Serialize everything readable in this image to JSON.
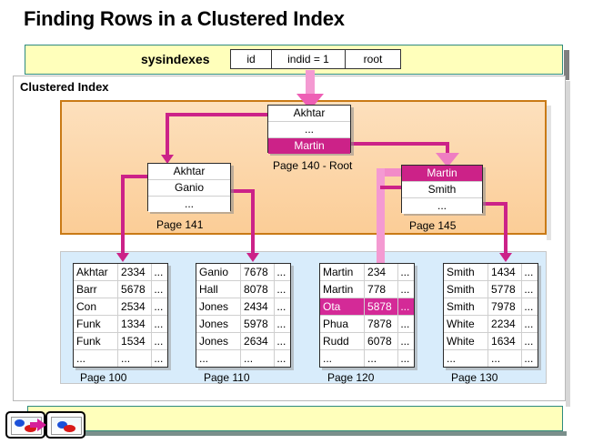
{
  "title": "Finding Rows in a Clustered Index",
  "sysindexes": {
    "label": "sysindexes",
    "cells": [
      "id",
      "indid = 1",
      "root"
    ]
  },
  "clustered_index": {
    "label": "Clustered Index"
  },
  "index_nodes": [
    {
      "id": "root",
      "page_label": "Page 140 - Root",
      "rows": [
        {
          "text": "Akhtar",
          "highlighted": false
        },
        {
          "text": "...",
          "highlighted": false
        },
        {
          "text": "Martin",
          "highlighted": true
        }
      ]
    },
    {
      "id": "141",
      "page_label": "Page 141",
      "rows": [
        {
          "text": "Akhtar",
          "highlighted": false
        },
        {
          "text": "Ganio",
          "highlighted": false
        },
        {
          "text": "...",
          "highlighted": false
        }
      ]
    },
    {
      "id": "145",
      "page_label": "Page 145",
      "rows": [
        {
          "text": "Martin",
          "highlighted": true
        },
        {
          "text": "Smith",
          "highlighted": false
        },
        {
          "text": "...",
          "highlighted": false
        }
      ]
    }
  ],
  "leaf_pages": [
    {
      "id": "100",
      "page_label": "Page 100",
      "rows": [
        {
          "name": "Akhtar",
          "value": "2334",
          "more": "...",
          "highlighted": false
        },
        {
          "name": "Barr",
          "value": "5678",
          "more": "...",
          "highlighted": false
        },
        {
          "name": "Con",
          "value": "2534",
          "more": "...",
          "highlighted": false
        },
        {
          "name": "Funk",
          "value": "1334",
          "more": "...",
          "highlighted": false
        },
        {
          "name": "Funk",
          "value": "1534",
          "more": "...",
          "highlighted": false
        },
        {
          "name": "...",
          "value": "...",
          "more": "...",
          "highlighted": false
        }
      ]
    },
    {
      "id": "110",
      "page_label": "Page 110",
      "rows": [
        {
          "name": "Ganio",
          "value": "7678",
          "more": "...",
          "highlighted": false
        },
        {
          "name": "Hall",
          "value": "8078",
          "more": "...",
          "highlighted": false
        },
        {
          "name": "Jones",
          "value": "2434",
          "more": "...",
          "highlighted": false
        },
        {
          "name": "Jones",
          "value": "5978",
          "more": "...",
          "highlighted": false
        },
        {
          "name": "Jones",
          "value": "2634",
          "more": "...",
          "highlighted": false
        },
        {
          "name": "...",
          "value": "...",
          "more": "...",
          "highlighted": false
        }
      ]
    },
    {
      "id": "120",
      "page_label": "Page 120",
      "rows": [
        {
          "name": "Martin",
          "value": "234",
          "more": "...",
          "highlighted": false
        },
        {
          "name": "Martin",
          "value": "778",
          "more": "...",
          "highlighted": false
        },
        {
          "name": "Ota",
          "value": "5878",
          "more": "...",
          "highlighted": true
        },
        {
          "name": "Phua",
          "value": "7878",
          "more": "...",
          "highlighted": false
        },
        {
          "name": "Rudd",
          "value": "6078",
          "more": "...",
          "highlighted": false
        },
        {
          "name": "...",
          "value": "...",
          "more": "...",
          "highlighted": false
        }
      ]
    },
    {
      "id": "130",
      "page_label": "Page 130",
      "rows": [
        {
          "name": "Smith",
          "value": "1434",
          "more": "...",
          "highlighted": false
        },
        {
          "name": "Smith",
          "value": "5778",
          "more": "...",
          "highlighted": false
        },
        {
          "name": "Smith",
          "value": "7978",
          "more": "...",
          "highlighted": false
        },
        {
          "name": "White",
          "value": "2234",
          "more": "...",
          "highlighted": false
        },
        {
          "name": "White",
          "value": "1634",
          "more": "...",
          "highlighted": false
        },
        {
          "name": "...",
          "value": "...",
          "more": "...",
          "highlighted": false
        }
      ]
    }
  ],
  "navigation": {
    "prev_label": "previous-slide",
    "next_label": "next-slide"
  },
  "colors": {
    "highlight": "#cc2288",
    "connector": "#cc2288",
    "connector_light": "#f28bc8",
    "index_region": "#fbcd97",
    "leaf_region": "#d8ecfb",
    "band": "#ffffbb"
  }
}
